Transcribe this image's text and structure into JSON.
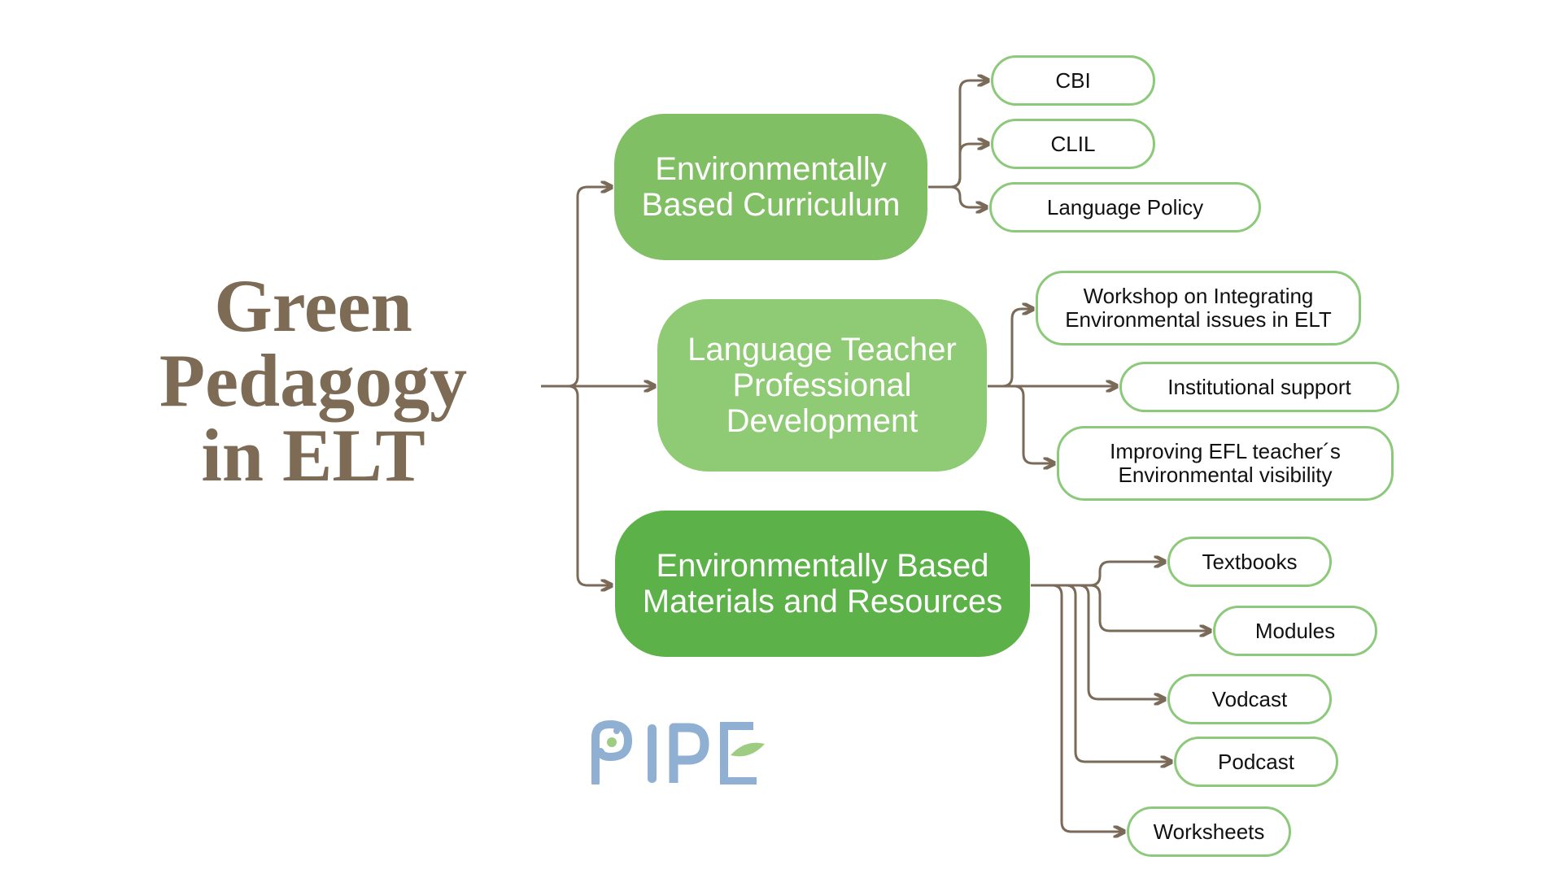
{
  "title": {
    "lines": [
      "Green",
      "Pedagogy",
      "in ELT"
    ]
  },
  "branches": [
    {
      "lines": [
        "Environmentally",
        "Based Curriculum"
      ],
      "children": [
        {
          "lines": [
            "CBI"
          ]
        },
        {
          "lines": [
            "CLIL"
          ]
        },
        {
          "lines": [
            "Language Policy"
          ]
        }
      ]
    },
    {
      "lines": [
        "Language Teacher",
        "Professional",
        "Development"
      ],
      "children": [
        {
          "lines": [
            "Workshop on Integrating",
            "Environmental issues in ELT"
          ]
        },
        {
          "lines": [
            "Institutional support"
          ]
        },
        {
          "lines": [
            "Improving EFL teacher´s",
            "Environmental visibility"
          ]
        }
      ]
    },
    {
      "lines": [
        "Environmentally Based",
        "Materials and Resources"
      ],
      "children": [
        {
          "lines": [
            "Textbooks"
          ]
        },
        {
          "lines": [
            "Modules"
          ]
        },
        {
          "lines": [
            "Vodcast"
          ]
        },
        {
          "lines": [
            "Podcast"
          ]
        },
        {
          "lines": [
            "Worksheets"
          ]
        }
      ]
    }
  ],
  "logo": {
    "text": "PIPE"
  },
  "colors": {
    "connector": "#7a6a58",
    "title": "#7d6b55",
    "branch_1": "#80bf63",
    "branch_2": "#8fca74",
    "branch_3": "#5cb248",
    "leaf_border": "#8cc97a",
    "logo_blue": "#8fb0d2",
    "logo_leaf": "#9dcc82"
  }
}
